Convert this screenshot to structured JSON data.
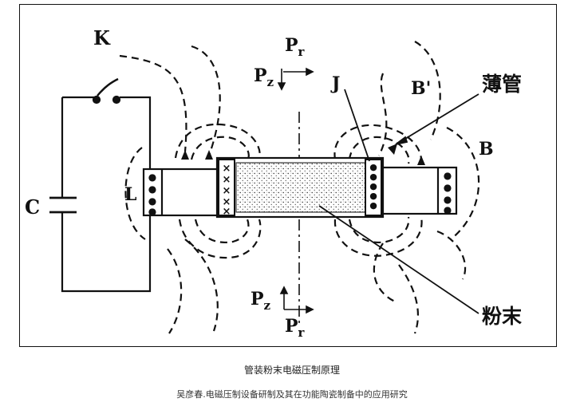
{
  "figure": {
    "labels": {
      "switch": "K",
      "capacitor": "C",
      "coil": "L",
      "radial_pressure_top": "P",
      "radial_pressure_top_sub": "r",
      "axial_pressure_top": "P",
      "axial_pressure_top_sub": "z",
      "axial_pressure_bottom": "P",
      "axial_pressure_bottom_sub": "z",
      "radial_pressure_bottom": "P",
      "radial_pressure_bottom_sub": "r",
      "junction": "J",
      "field_b_prime": "B'",
      "field_b": "B",
      "thin_tube": "薄管",
      "powder": "粉末"
    },
    "winding_marks": {
      "dot": "●",
      "cross": "×"
    }
  },
  "captions": {
    "title": "管装粉末电磁压制原理",
    "source": "吴彦春.电磁压制设备研制及其在功能陶瓷制备中的应用研究"
  }
}
